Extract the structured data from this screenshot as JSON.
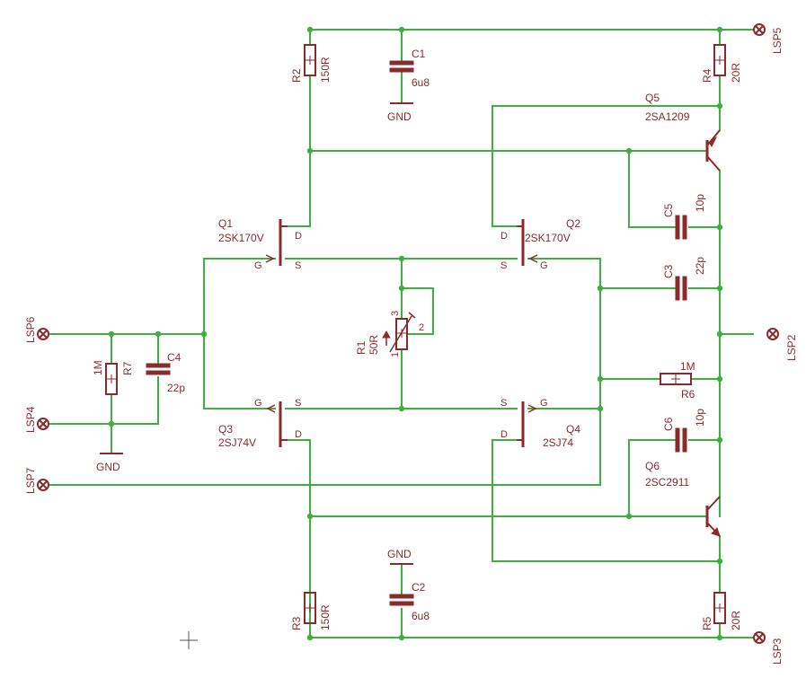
{
  "schematic": {
    "title": "",
    "parts": {
      "R1": {
        "name": "R1",
        "value": "50R",
        "pin3": "3",
        "pin2": "2",
        "pin1": "1"
      },
      "R2": {
        "name": "R2",
        "value": "150R"
      },
      "R3": {
        "name": "R3",
        "value": "150R"
      },
      "R4": {
        "name": "R4",
        "value": "20R"
      },
      "R5": {
        "name": "R5",
        "value": "20R"
      },
      "R6": {
        "name": "R6",
        "value": "1M"
      },
      "R7": {
        "name": "R7",
        "value": "1M"
      },
      "C1": {
        "name": "C1",
        "value": "6u8",
        "net": "GND"
      },
      "C2": {
        "name": "C2",
        "value": "6u8",
        "net": "GND"
      },
      "C3": {
        "name": "C3",
        "value": "22p"
      },
      "C4": {
        "name": "C4",
        "value": "22p"
      },
      "C5": {
        "name": "C5",
        "value": "10p"
      },
      "C6": {
        "name": "C6",
        "value": "10p"
      },
      "Q1": {
        "name": "Q1",
        "value": "2SK170V",
        "g": "G",
        "s": "S",
        "d": "D"
      },
      "Q2": {
        "name": "Q2",
        "value": "2SK170V",
        "g": "G",
        "s": "S",
        "d": "D"
      },
      "Q3": {
        "name": "Q3",
        "value": "2SJ74V",
        "g": "G",
        "s": "S",
        "d": "D"
      },
      "Q4": {
        "name": "Q4",
        "value": "2SJ74",
        "g": "G",
        "s": "S",
        "d": "D"
      },
      "Q5": {
        "name": "Q5",
        "value": "2SA1209"
      },
      "Q6": {
        "name": "Q6",
        "value": "2SC2911"
      }
    },
    "gnd_label": "GND",
    "connectors": {
      "LSP2": "LSP2",
      "LSP3": "LSP3",
      "LSP4": "LSP4",
      "LSP5": "LSP5",
      "LSP6": "LSP6",
      "LSP7": "LSP7"
    },
    "colors": {
      "wire": "#3fb03f",
      "part": "#8b2a2a",
      "background": "#ffffff"
    }
  }
}
